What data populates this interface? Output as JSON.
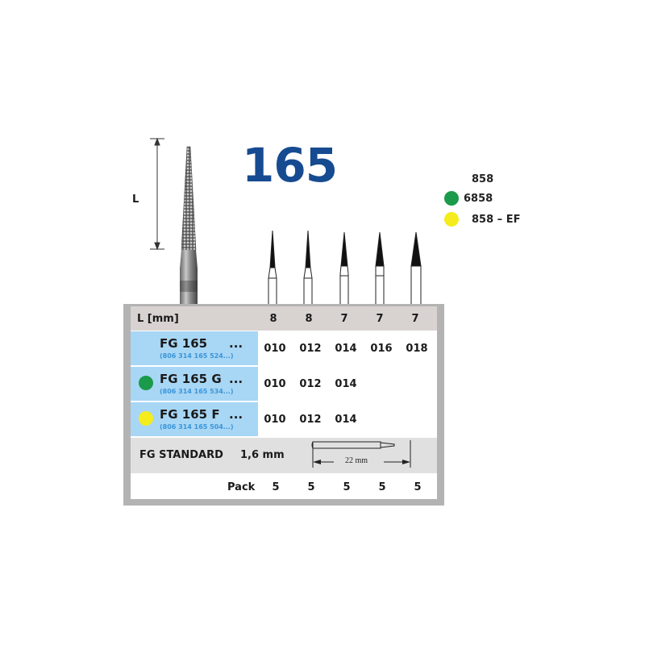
{
  "product": {
    "model_number": "165",
    "length_marker_label": "L"
  },
  "legend": {
    "items": [
      {
        "label": "858",
        "dot_color": null
      },
      {
        "label": "6858",
        "dot_color": "#1a9a4a"
      },
      {
        "label": "858 – EF",
        "dot_color": "#f4ec1c"
      }
    ]
  },
  "table": {
    "header": {
      "label": "L [mm]",
      "lengths": [
        "8",
        "8",
        "7",
        "7",
        "7"
      ]
    },
    "rows": [
      {
        "name": "FG 165",
        "ellipsis": "...",
        "code": "(806 314 165 524...)",
        "dot_color": null,
        "sizes": [
          "010",
          "012",
          "014",
          "016",
          "018"
        ]
      },
      {
        "name": "FG 165 G",
        "ellipsis": "...",
        "code": "(806 314 165 534...)",
        "dot_color": "#1a9a4a",
        "sizes": [
          "010",
          "012",
          "014"
        ]
      },
      {
        "name": "FG 165 F",
        "ellipsis": "...",
        "code": "(806 314 165 504...)",
        "dot_color": "#f4ec1c",
        "sizes": [
          "010",
          "012",
          "014"
        ]
      }
    ],
    "shank": {
      "label": "FG STANDARD",
      "diameter": "1,6 mm",
      "length": "22 mm"
    },
    "pack": {
      "label": "Pack",
      "values": [
        "5",
        "5",
        "5",
        "5",
        "5"
      ]
    }
  },
  "colors": {
    "title_blue": "#164b91",
    "name_cell_blue": "#a8d6f5",
    "code_blue": "#3a95d8",
    "header_gray": "#d8d3d1",
    "frame_gray": "#b3b3b3"
  }
}
